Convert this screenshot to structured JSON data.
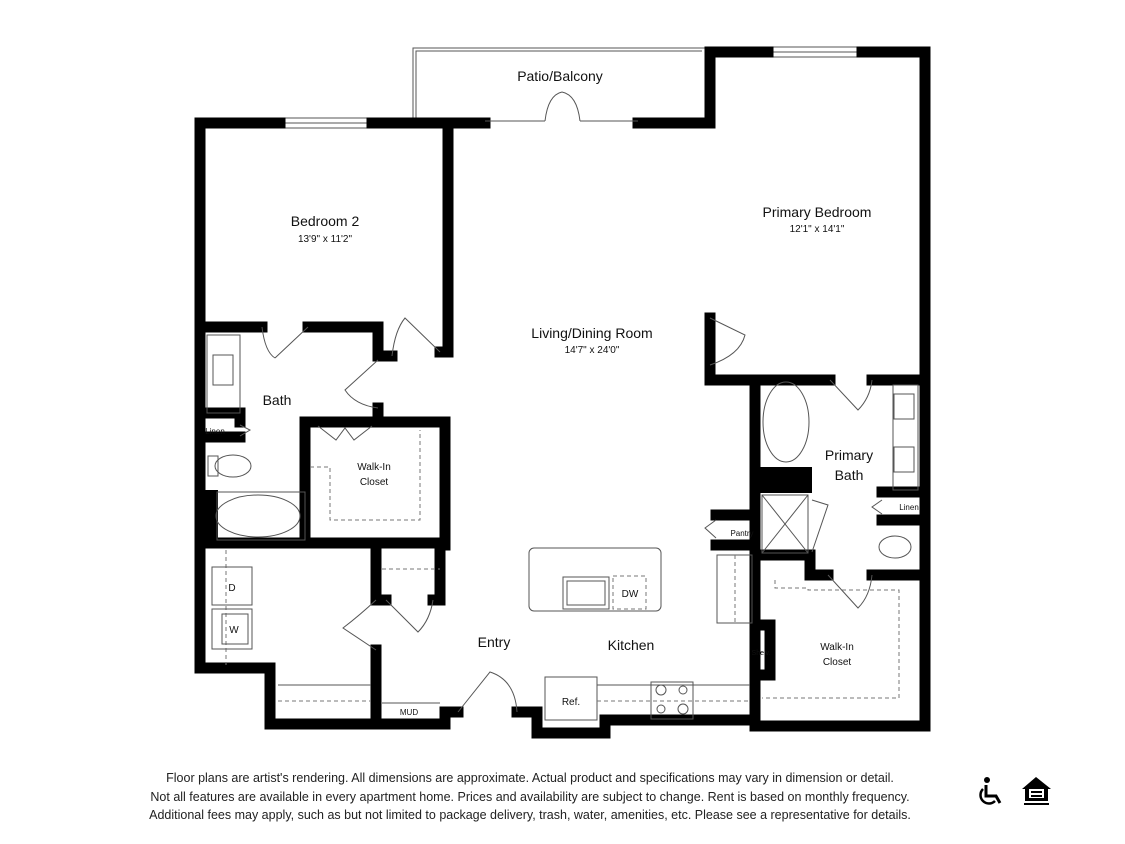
{
  "rooms": {
    "patio": "Patio/Balcony",
    "bedroom2": {
      "name": "Bedroom 2",
      "dims": "13'9\" x 11'2\""
    },
    "primary_bedroom": {
      "name": "Primary Bedroom",
      "dims": "12'1\" x 14'1\""
    },
    "living": {
      "name": "Living/Dining Room",
      "dims": "14'7\" x 24'0\""
    },
    "bath": "Bath",
    "linen_left": "Linen",
    "walkin_left": [
      "Walk-In",
      "Closet"
    ],
    "dryer": "D",
    "washer": "W",
    "mud": "MUD",
    "entry": "Entry",
    "kitchen": "Kitchen",
    "dishwasher": "DW",
    "fridge": "Ref.",
    "pantry": "Pantry",
    "shelves": "Shelv.",
    "primary_bath": [
      "Primary",
      "Bath"
    ],
    "linen_right": "Linen",
    "walkin_right": [
      "Walk-In",
      "Closet"
    ]
  },
  "disclaimer": [
    "Floor plans are artist's rendering. All dimensions are approximate. Actual product and specifications may vary in dimension or detail.",
    "Not all features are available in every apartment home. Prices and availability are subject to change. Rent is based on monthly frequency.",
    "Additional fees may apply, such as but not limited to package delivery, trash, water, amenities, etc. Please see a representative for details."
  ],
  "icons": [
    "wheelchair-accessibility-icon",
    "equal-housing-opportunity-icon"
  ]
}
